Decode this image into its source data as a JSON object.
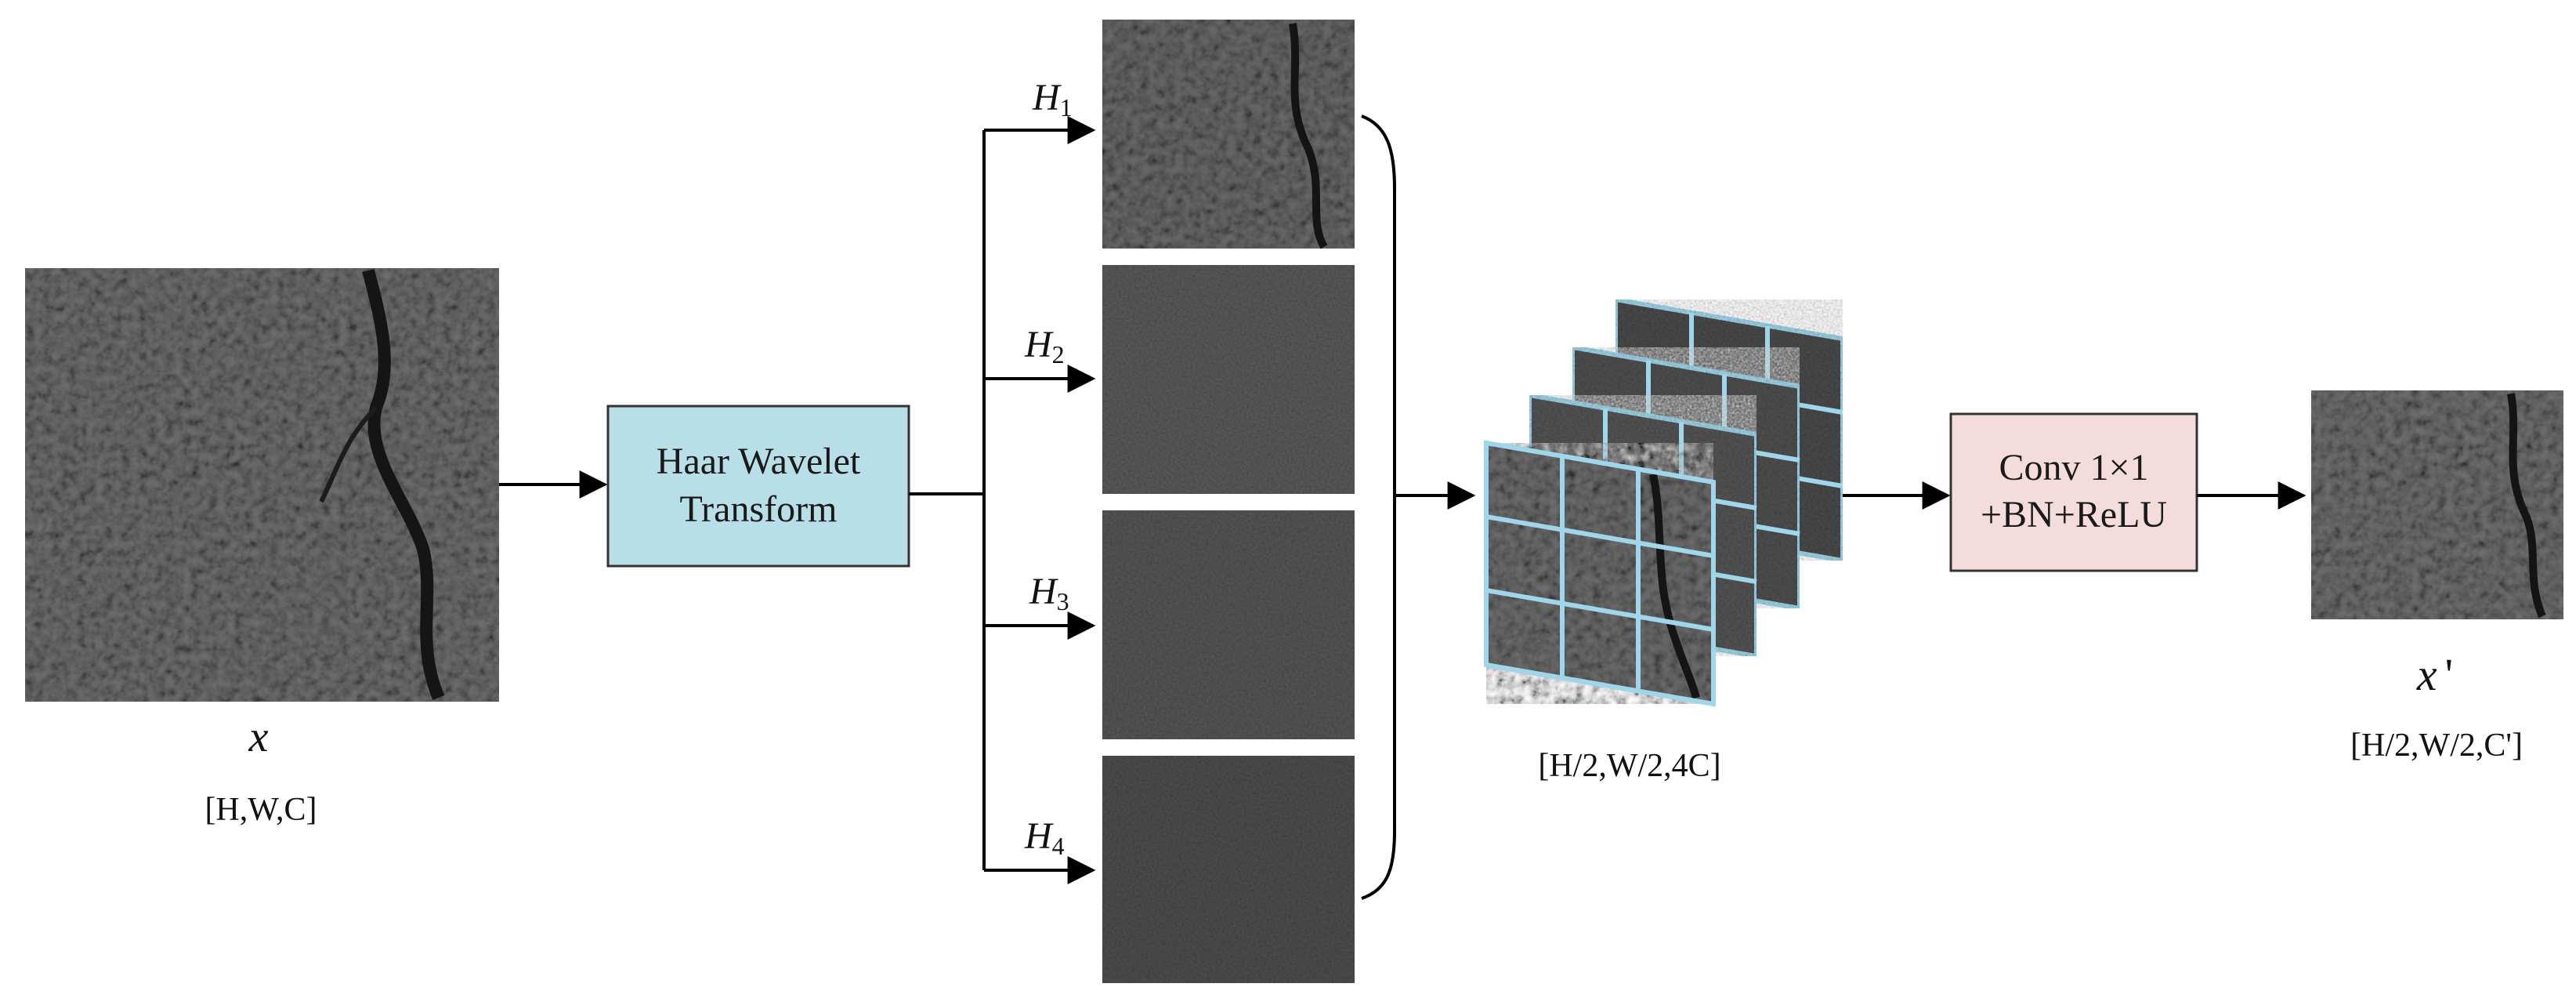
{
  "input": {
    "symbol": "x",
    "shape": "[H,W,C]"
  },
  "wavelet_box": {
    "line1": "Haar Wavelet",
    "line2": "Transform",
    "fill": "#b8dfe8"
  },
  "branches": [
    {
      "base": "H",
      "sub": "1"
    },
    {
      "base": "H",
      "sub": "2"
    },
    {
      "base": "H",
      "sub": "3"
    },
    {
      "base": "H",
      "sub": "4"
    }
  ],
  "stack": {
    "shape": "[H/2,W/2,4C]",
    "grid_color": "#9fd6ea"
  },
  "conv_box": {
    "line1": "Conv 1×1",
    "line2": "+BN+ReLU",
    "fill": "#f4dcdc"
  },
  "output": {
    "symbol": "x",
    "prime": "'",
    "shape": "[H/2,W/2,C']"
  },
  "colors": {
    "asphalt_dark": "#2e2e2e",
    "asphalt_mid": "#5a5a5a",
    "subband_gray": "#4a4a4a",
    "arrow": "#000000"
  }
}
